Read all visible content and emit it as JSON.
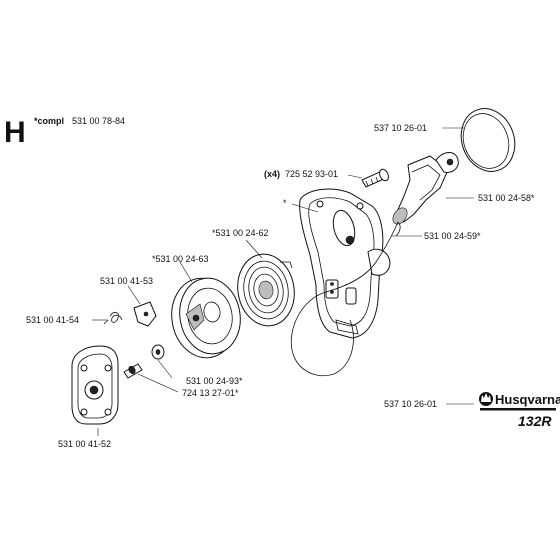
{
  "section_letter": "H",
  "header_label": "*compl",
  "header_number": "531 00 78-84",
  "parts": {
    "cap": "537 10 26-01",
    "screw_qty": "(x4)",
    "screw": "725 52 93-01",
    "asterisk_mark": "*",
    "handle": "531 00 24-58*",
    "rope": "531 00 24-59*",
    "spring": "*531 00 24-62",
    "pulley": "*531 00 24-63",
    "pawl": "531 00 41-53",
    "pawl_spring": "531 00 41-54",
    "washer": "531 00 24-93*",
    "pulley_screw": "724 13 27-01*",
    "flywheel_cover": "531 00 41-52",
    "decal": "537 10 26-01"
  },
  "brand": {
    "name": "Husqvarna",
    "model": "132R"
  },
  "colors": {
    "ink": "#111111",
    "background": "#ffffff"
  }
}
